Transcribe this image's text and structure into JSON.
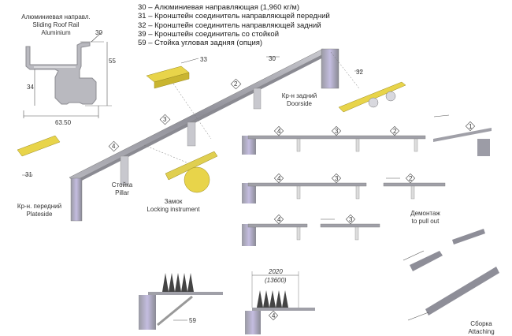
{
  "legend": [
    "30 – Алюминиевая направляющая (1,960 кг/м)",
    "31 – Кронштейн соединитель направляющей передний",
    "32 – Кронштейн соединитель направляющей задний",
    "39 – Кронштейн соединитель со стойкой",
    "59 – Стойка угловая задняя (опция)"
  ],
  "profile": {
    "title_ru": "Алюминиевая направл.",
    "title_en1": "Sliding Roof Rail",
    "title_en2": "Aluminium",
    "part": "30",
    "dim_height": "55",
    "dim_inner": "34",
    "dim_width": "63.50"
  },
  "parts": {
    "p30": "30",
    "p31": "31",
    "p32": "32",
    "p33": "33",
    "p59": "59"
  },
  "labels": {
    "doorside_ru": "Кр-н задний",
    "doorside_en": "Doorside",
    "plateside_ru": "Кр-н. передний",
    "plateside_en": "Plateside",
    "pillar_ru": "Стойка",
    "pillar_en": "Pillar",
    "lock_ru": "Замок",
    "lock_en": "Locking instrument",
    "pullout_ru": "Демонтаж",
    "pullout_en": "to pull out",
    "attach_ru": "Сборка",
    "attach_en": "Attaching",
    "dim_2020": "2020",
    "dim_13600": "(13600)"
  },
  "steps": {
    "s1": "1",
    "s2": "2",
    "s3": "3",
    "s4": "4"
  },
  "colors": {
    "rail": "#a9a9b0",
    "bracket": "#e8d44a",
    "curtain": "#b8b0d8",
    "line": "#555555"
  }
}
